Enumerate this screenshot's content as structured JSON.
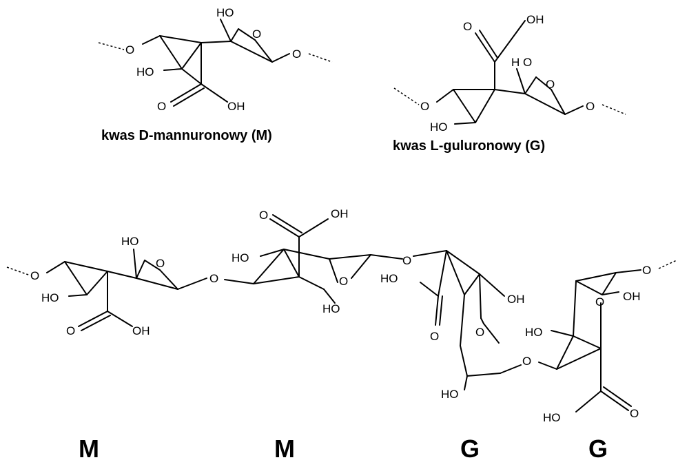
{
  "atoms": {
    "ho": "HO",
    "oh": "OH",
    "h_o": "H O",
    "o": "O"
  },
  "captions": {
    "mannuronic": "kwas   D-mannuronowy (M)",
    "guluronic": "kwas   L-guluronowy (G)"
  },
  "units": [
    "M",
    "M",
    "G",
    "G"
  ]
}
